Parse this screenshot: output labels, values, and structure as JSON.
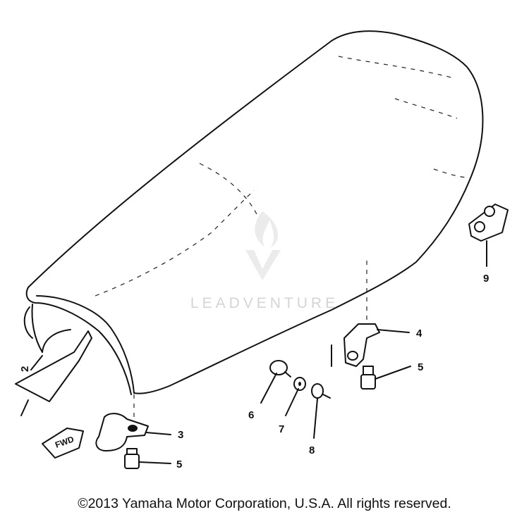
{
  "watermark": {
    "text": "LEADVENTURE"
  },
  "callouts": {
    "c2": "2",
    "c3": "3",
    "c4": "4",
    "c5a": "5",
    "c5b": "5",
    "c6": "6",
    "c7": "7",
    "c8": "8",
    "c9": "9"
  },
  "fwd_label": "FWD",
  "copyright": "©2013 Yamaha Motor Corporation, U.S.A. All rights reserved."
}
